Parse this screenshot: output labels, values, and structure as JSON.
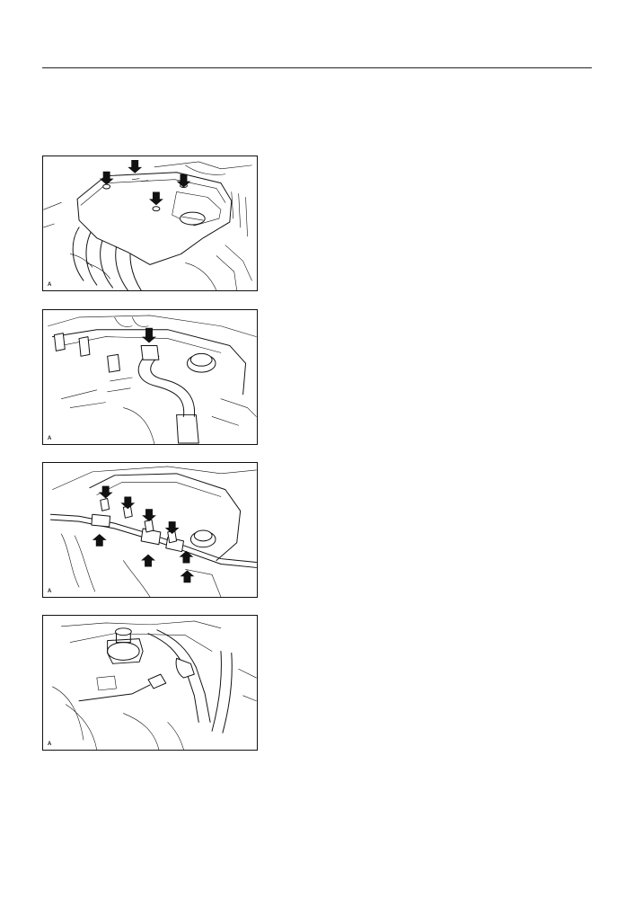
{
  "figures": [
    {
      "code": "A"
    },
    {
      "code": "A"
    },
    {
      "code": "A"
    },
    {
      "code": "A"
    }
  ]
}
